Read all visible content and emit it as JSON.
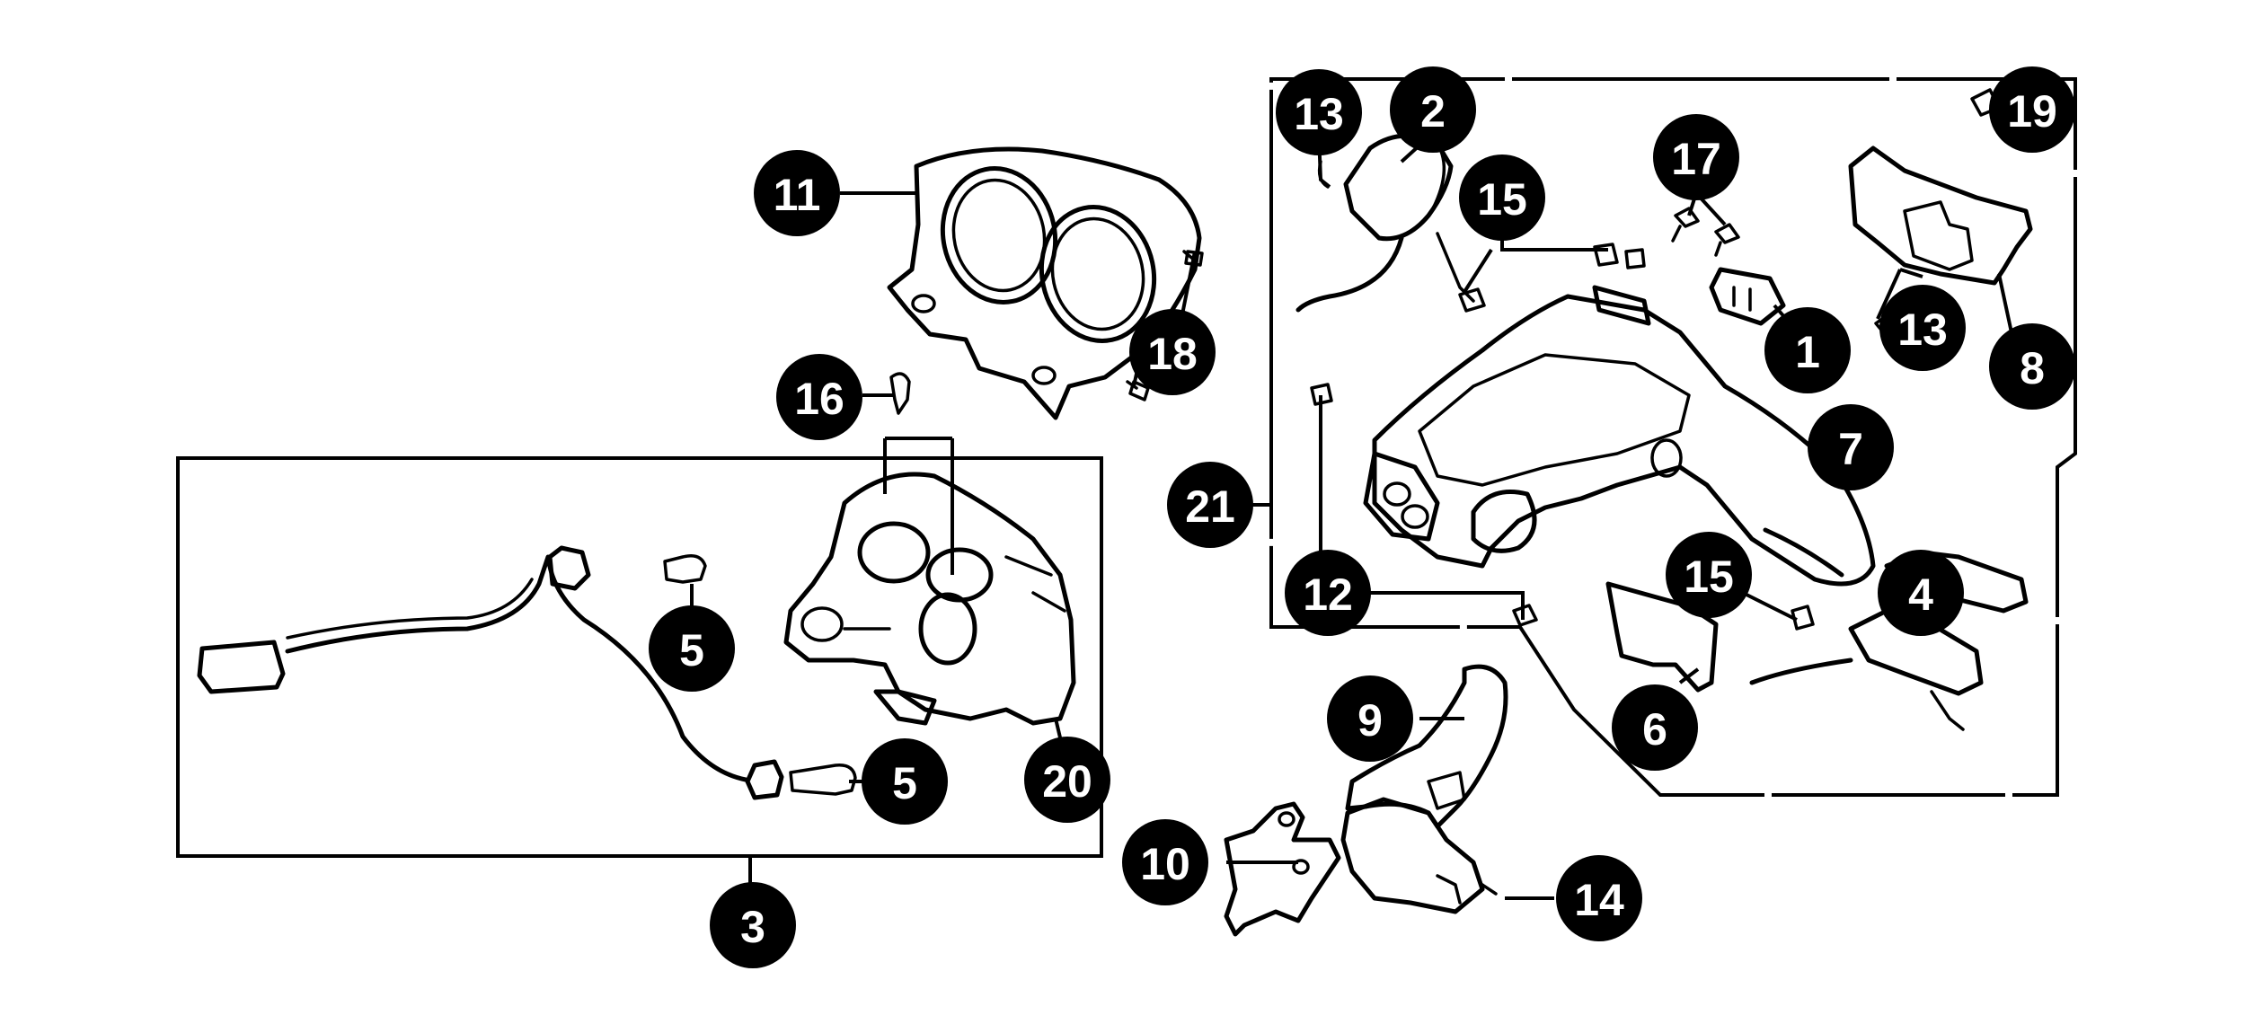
{
  "diagram": {
    "callouts": [
      {
        "id": "c1",
        "label": "1"
      },
      {
        "id": "c2",
        "label": "2"
      },
      {
        "id": "c3",
        "label": "3"
      },
      {
        "id": "c4",
        "label": "4"
      },
      {
        "id": "c5a",
        "label": "5"
      },
      {
        "id": "c5b",
        "label": "5"
      },
      {
        "id": "c6",
        "label": "6"
      },
      {
        "id": "c7",
        "label": "7"
      },
      {
        "id": "c8",
        "label": "8"
      },
      {
        "id": "c9",
        "label": "9"
      },
      {
        "id": "c10",
        "label": "10"
      },
      {
        "id": "c11",
        "label": "11"
      },
      {
        "id": "c12",
        "label": "12"
      },
      {
        "id": "c13a",
        "label": "13"
      },
      {
        "id": "c13b",
        "label": "13"
      },
      {
        "id": "c14",
        "label": "14"
      },
      {
        "id": "c15a",
        "label": "15"
      },
      {
        "id": "c15b",
        "label": "15"
      },
      {
        "id": "c16",
        "label": "16"
      },
      {
        "id": "c17",
        "label": "17"
      },
      {
        "id": "c18",
        "label": "18"
      },
      {
        "id": "c19",
        "label": "19"
      },
      {
        "id": "c20",
        "label": "20"
      },
      {
        "id": "c21",
        "label": "21"
      }
    ]
  }
}
